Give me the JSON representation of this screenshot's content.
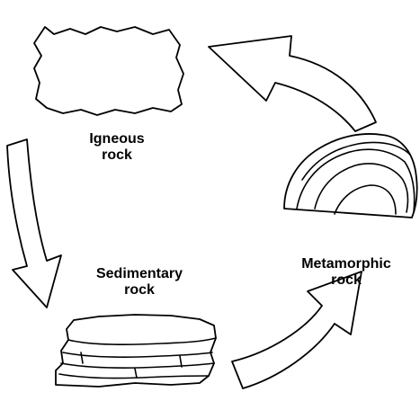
{
  "diagram": {
    "nodes": [
      {
        "id": "igneous",
        "label_line1": "Igneous",
        "label_line2": "rock"
      },
      {
        "id": "sedimentary",
        "label_line1": "Sedimentary",
        "label_line2": "rock"
      },
      {
        "id": "metamorphic",
        "label_line1": "Metamorphic",
        "label_line2": "rock"
      }
    ],
    "edges": [
      {
        "from": "igneous",
        "to": "sedimentary"
      },
      {
        "from": "sedimentary",
        "to": "metamorphic"
      },
      {
        "from": "metamorphic",
        "to": "igneous"
      }
    ]
  },
  "colors": {
    "background": "#ffffff",
    "stroke": "#000000"
  }
}
